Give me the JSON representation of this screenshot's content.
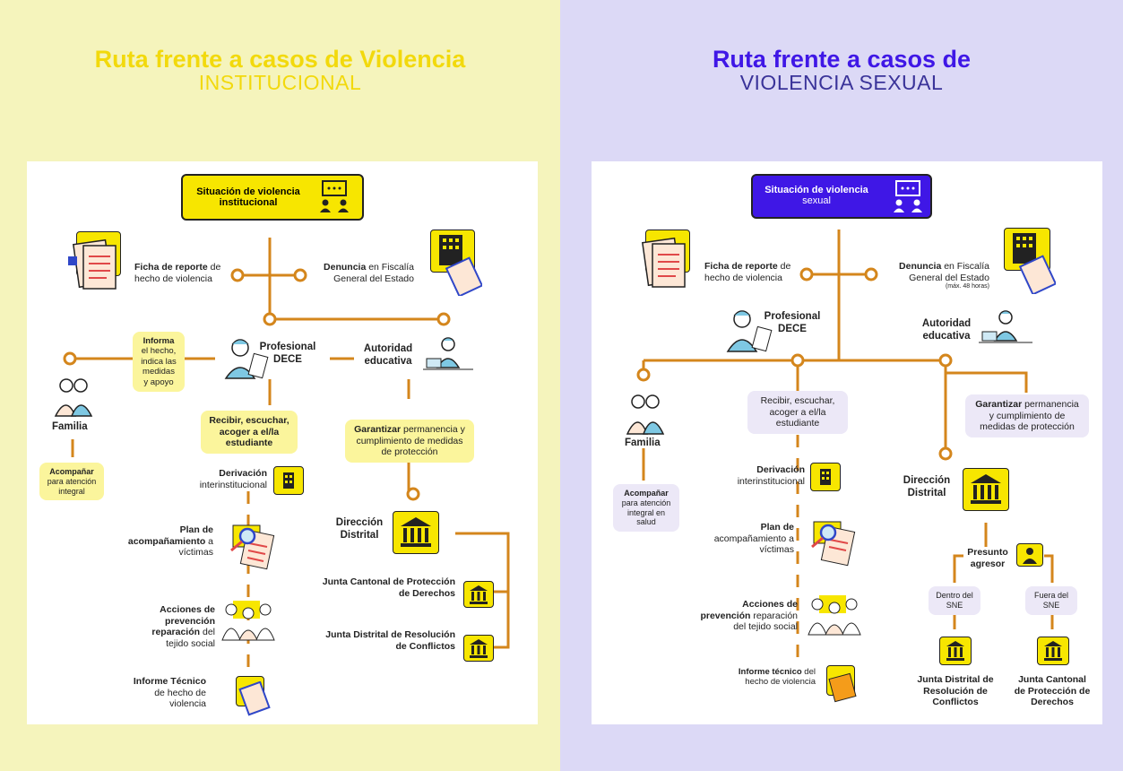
{
  "left": {
    "title_bold": "Ruta frente a casos de Violencia",
    "title_light": "INSTITUCIONAL",
    "start": "Situación de violencia institucional",
    "ficha_bold": "Ficha de reporte",
    "ficha_rest": " de hecho de violencia",
    "denuncia_bold": "Denuncia",
    "denuncia_rest": " en Fiscalía General del Estado",
    "informa_bold": "Informa",
    "informa_rest": " el hecho, indica las medidas y apoyo",
    "profesional": "Profesional DECE",
    "autoridad": "Autoridad educativa",
    "familia": "Familia",
    "acompanar_bold": "Acompañar",
    "acompanar_rest": " para atención integral",
    "recibir": "Recibir, escuchar, acoger a el/la estudiante",
    "garantizar_bold": "Garantizar",
    "garantizar_rest": " permanencia y cumplimiento de medidas de protección",
    "derivacion_bold": "Derivación",
    "derivacion_rest": " interinstitucional",
    "plan_bold": "Plan de acompañamiento",
    "plan_rest": " a víctimas",
    "acciones_bold": "Acciones de prevención reparación",
    "acciones_rest": " del tejido social",
    "informe_bold": "Informe Técnico",
    "informe_rest": " de hecho de violencia",
    "direccion": "Dirección Distrital",
    "junta_cantonal": "Junta Cantonal de Protección de Derechos",
    "junta_distrital": "Junta Distrital de Resolución de Conflictos"
  },
  "right": {
    "title_bold": "Ruta frente a casos de",
    "title_light": "VIOLENCIA SEXUAL",
    "start_bold": "Situación de violencia",
    "start_rest": "sexual",
    "ficha_bold": "Ficha de reporte",
    "ficha_rest": " de hecho de violencia",
    "denuncia_bold": "Denuncia",
    "denuncia_rest": " en Fiscalía General del Estado",
    "denuncia_note": "(máx. 48 horas)",
    "profesional": "Profesional DECE",
    "autoridad": "Autoridad educativa",
    "familia": "Familia",
    "acompanar_bold": "Acompañar",
    "acompanar_rest": " para atención integral en salud",
    "recibir": "Recibir, escuchar, acoger a el/la estudiante",
    "garantizar_bold": "Garantizar",
    "garantizar_rest": " permanencia y cumplimiento de medidas de protección",
    "derivacion_bold": "Derivación",
    "derivacion_rest": " interinstitucional",
    "plan_bold": "Plan de",
    "plan_rest": " acompañamiento a víctimas",
    "acciones_bold": "Acciones de prevención",
    "acciones_rest": " reparación del tejido social",
    "informe_bold": "Informe técnico",
    "informe_rest": " del hecho de violencia",
    "direccion": "Dirección Distrital",
    "presunto": "Presunto agresor",
    "dentro": "Dentro del SNE",
    "fuera": "Fuera del SNE",
    "junta_distrital": "Junta Distrital de Resolución de Conflictos",
    "junta_cantonal": "Junta Cantonal de Protección de Derechos"
  },
  "colors": {
    "line": "#d4861c",
    "yellow": "#f7e600",
    "purple": "#3f17e6"
  }
}
